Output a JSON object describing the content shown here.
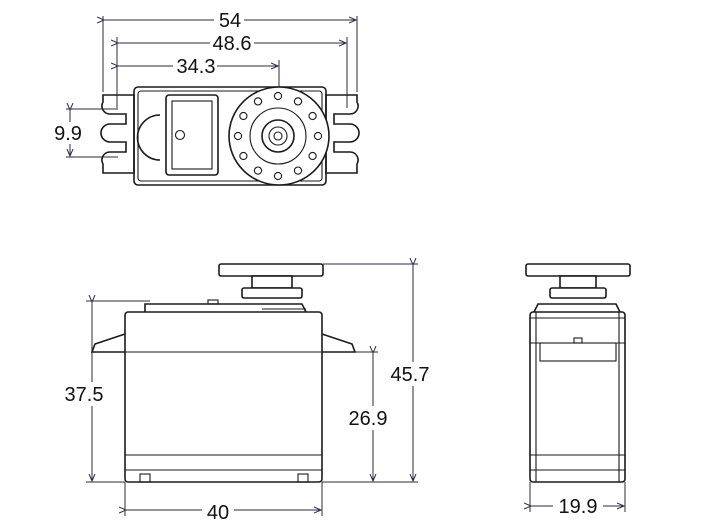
{
  "top_view": {
    "overall_width": "54",
    "hole_spacing": "48.6",
    "shaft_offset": "34.3",
    "mount_hole_pitch": "9.9"
  },
  "front_view": {
    "mount_height": "37.5",
    "flange_height": "26.9",
    "total_height": "45.7",
    "body_width": "40"
  },
  "side_view": {
    "body_depth": "19.9"
  }
}
